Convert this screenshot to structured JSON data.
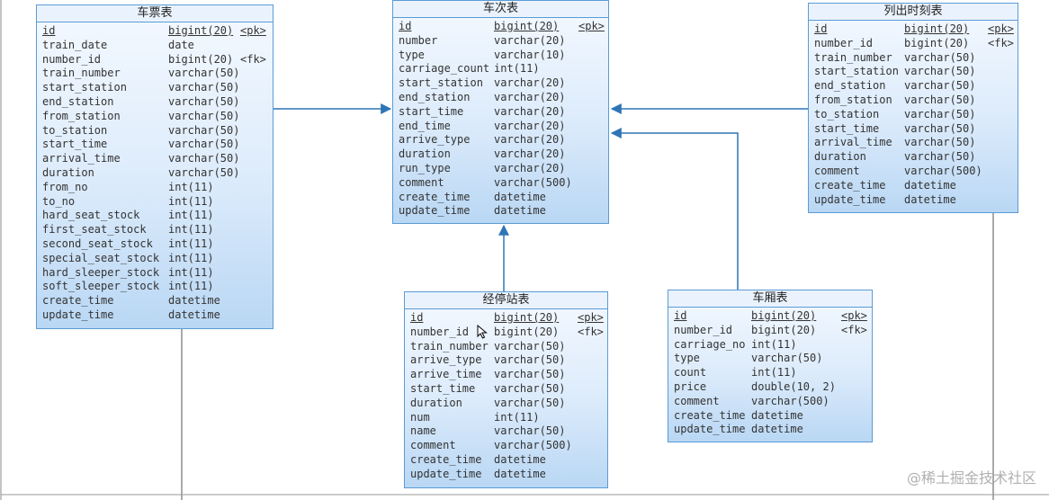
{
  "tables": [
    {
      "id": "ticket",
      "title": "车票表",
      "columns": [
        [
          "id",
          "bigint(20)",
          "<pk>"
        ],
        [
          "train_date",
          "date",
          ""
        ],
        [
          "number_id",
          "bigint(20)",
          "<fk>"
        ],
        [
          "train_number",
          "varchar(50)",
          ""
        ],
        [
          "start_station",
          "varchar(50)",
          ""
        ],
        [
          "end_station",
          "varchar(50)",
          ""
        ],
        [
          "from_station",
          "varchar(50)",
          ""
        ],
        [
          "to_station",
          "varchar(50)",
          ""
        ],
        [
          "start_time",
          "varchar(50)",
          ""
        ],
        [
          "arrival_time",
          "varchar(50)",
          ""
        ],
        [
          "duration",
          "varchar(50)",
          ""
        ],
        [
          "from_no",
          "int(11)",
          ""
        ],
        [
          "to_no",
          "int(11)",
          ""
        ],
        [
          "hard_seat_stock",
          "int(11)",
          ""
        ],
        [
          "first_seat_stock",
          "int(11)",
          ""
        ],
        [
          "second_seat_stock",
          "int(11)",
          ""
        ],
        [
          "special_seat_stock",
          "int(11)",
          ""
        ],
        [
          "hard_sleeper_stock",
          "int(11)",
          ""
        ],
        [
          "soft_sleeper_stock",
          "int(11)",
          ""
        ],
        [
          "create_time",
          "datetime",
          ""
        ],
        [
          "update_time",
          "datetime",
          ""
        ]
      ]
    },
    {
      "id": "train",
      "title": "车次表",
      "columns": [
        [
          "id",
          "bigint(20)",
          "<pk>"
        ],
        [
          "number",
          "varchar(20)",
          ""
        ],
        [
          "type",
          "varchar(10)",
          ""
        ],
        [
          "carriage_count",
          "int(11)",
          ""
        ],
        [
          "start_station",
          "varchar(20)",
          ""
        ],
        [
          "end_station",
          "varchar(20)",
          ""
        ],
        [
          "start_time",
          "varchar(20)",
          ""
        ],
        [
          "end_time",
          "varchar(20)",
          ""
        ],
        [
          "arrive_type",
          "varchar(20)",
          ""
        ],
        [
          "duration",
          "varchar(20)",
          ""
        ],
        [
          "run_type",
          "varchar(20)",
          ""
        ],
        [
          "comment",
          "varchar(500)",
          ""
        ],
        [
          "create_time",
          "datetime",
          ""
        ],
        [
          "update_time",
          "datetime",
          ""
        ]
      ]
    },
    {
      "id": "timetable",
      "title": "列出时刻表",
      "columns": [
        [
          "id",
          "bigint(20)",
          "<pk>"
        ],
        [
          "number_id",
          "bigint(20)",
          "<fk>"
        ],
        [
          "train_number",
          "varchar(50)",
          ""
        ],
        [
          "start_station",
          "varchar(50)",
          ""
        ],
        [
          "end_station",
          "varchar(50)",
          ""
        ],
        [
          "from_station",
          "varchar(50)",
          ""
        ],
        [
          "to_station",
          "varchar(50)",
          ""
        ],
        [
          "start_time",
          "varchar(50)",
          ""
        ],
        [
          "arrival_time",
          "varchar(50)",
          ""
        ],
        [
          "duration",
          "varchar(50)",
          ""
        ],
        [
          "comment",
          "varchar(500)",
          ""
        ],
        [
          "create_time",
          "datetime",
          ""
        ],
        [
          "update_time",
          "datetime",
          ""
        ]
      ]
    },
    {
      "id": "stops",
      "title": "经停站表",
      "columns": [
        [
          "id",
          "bigint(20)",
          "<pk>"
        ],
        [
          "number_id",
          "bigint(20)",
          "<fk>"
        ],
        [
          "train_number",
          "varchar(50)",
          ""
        ],
        [
          "arrive_type",
          "varchar(50)",
          ""
        ],
        [
          "arrive_time",
          "varchar(50)",
          ""
        ],
        [
          "start_time",
          "varchar(50)",
          ""
        ],
        [
          "duration",
          "varchar(50)",
          ""
        ],
        [
          "num",
          "int(11)",
          ""
        ],
        [
          "name",
          "varchar(50)",
          ""
        ],
        [
          "comment",
          "varchar(500)",
          ""
        ],
        [
          "create_time",
          "datetime",
          ""
        ],
        [
          "update_time",
          "datetime",
          ""
        ]
      ]
    },
    {
      "id": "carriage",
      "title": "车厢表",
      "columns": [
        [
          "id",
          "bigint(20)",
          "<pk>"
        ],
        [
          "number_id",
          "bigint(20)",
          "<fk>"
        ],
        [
          "carriage_no",
          "int(11)",
          ""
        ],
        [
          "type",
          "varchar(50)",
          ""
        ],
        [
          "count",
          "int(11)",
          ""
        ],
        [
          "price",
          "double(10, 2)",
          ""
        ],
        [
          "comment",
          "varchar(500)",
          ""
        ],
        [
          "create_time",
          "datetime",
          ""
        ],
        [
          "update_time",
          "datetime",
          ""
        ]
      ]
    }
  ],
  "watermark": "@稀土掘金技术社区",
  "colors": {
    "border": "#5b9bd5",
    "connector": "#2e75b6"
  }
}
